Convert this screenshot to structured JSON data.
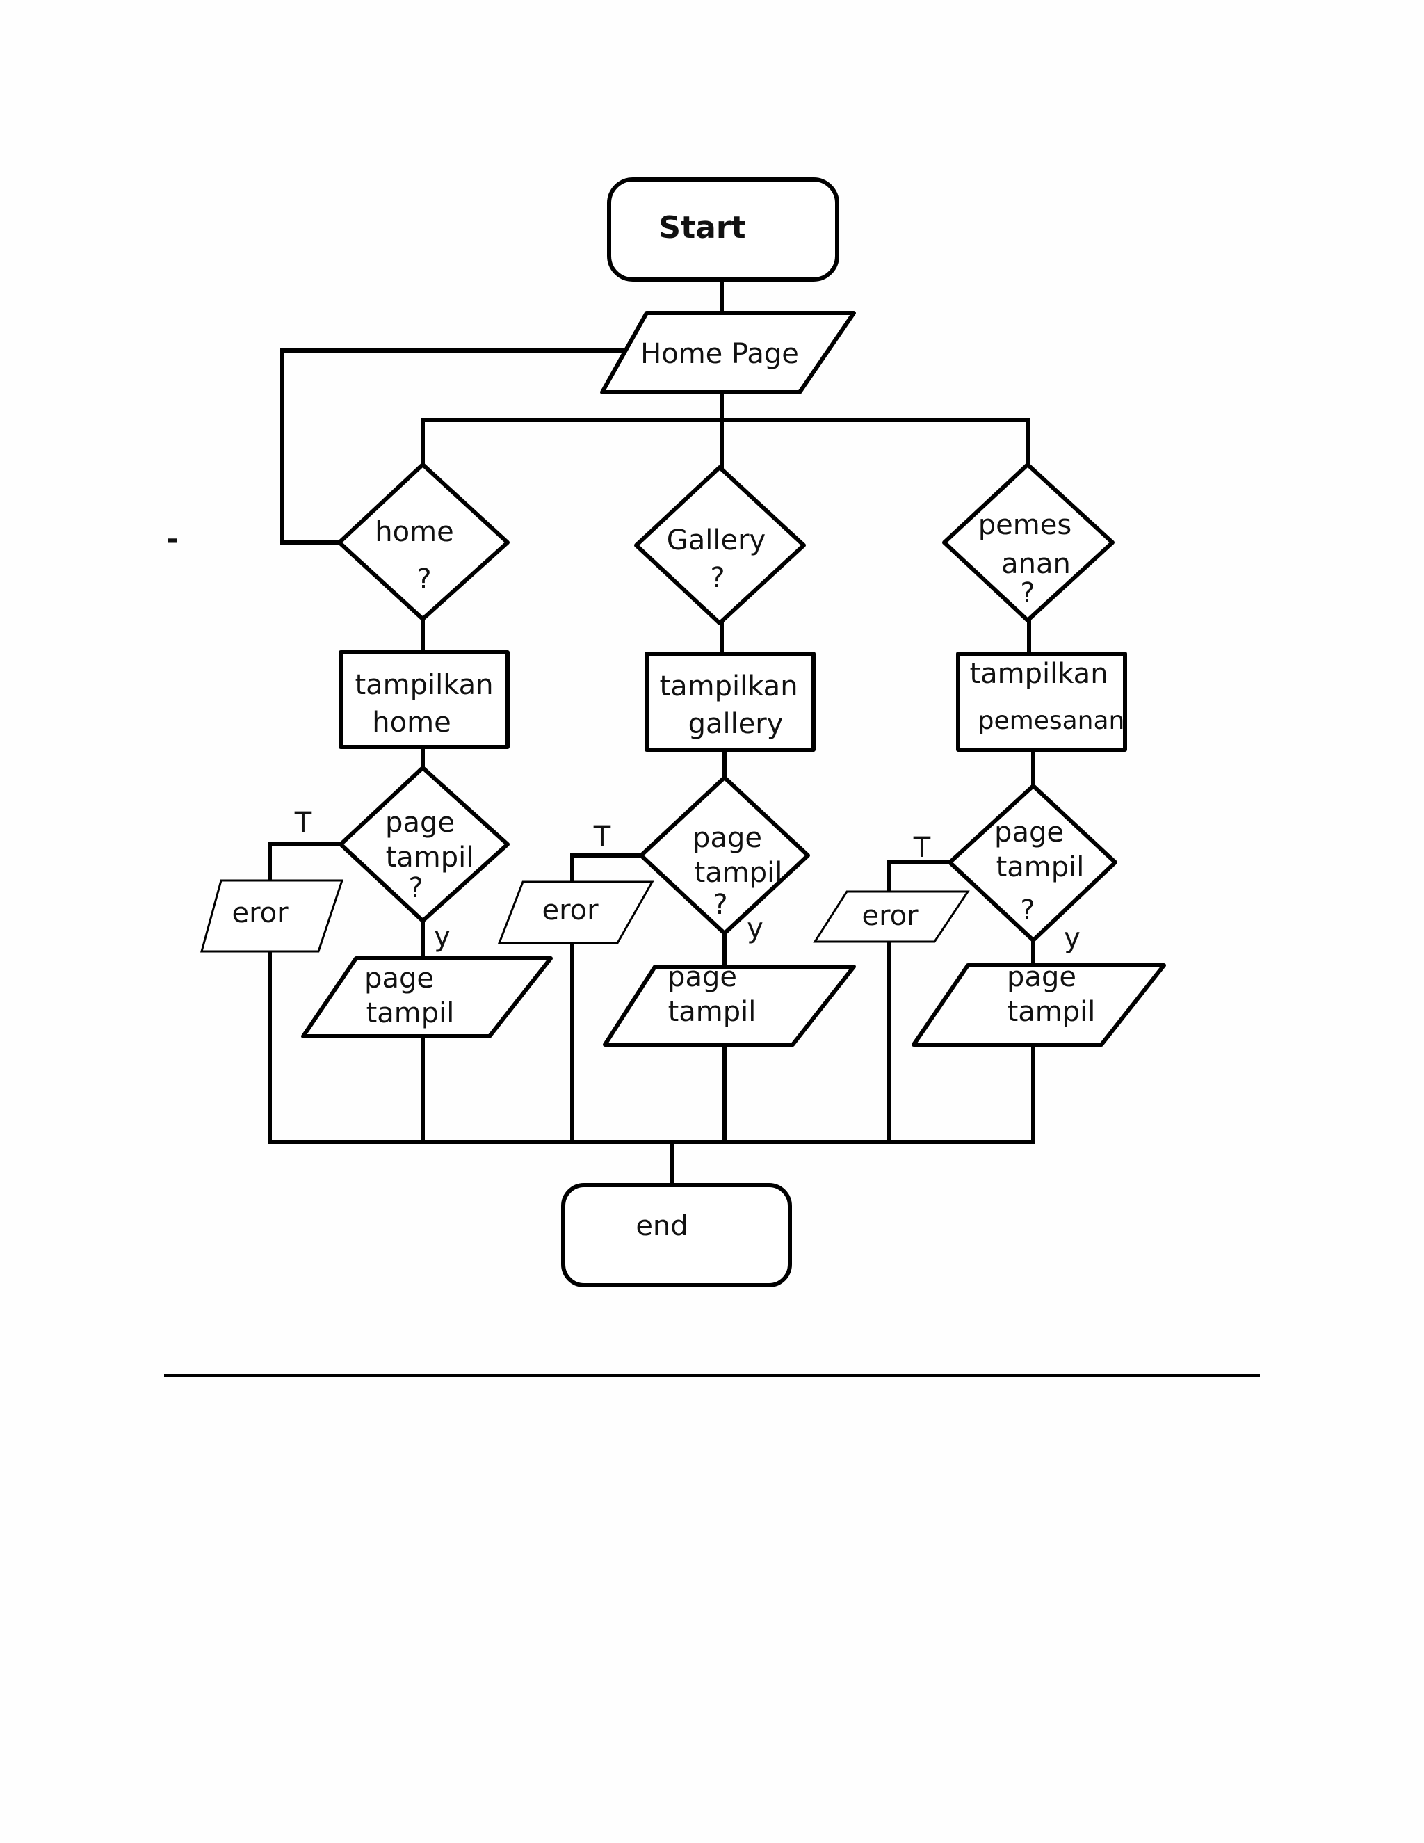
{
  "flowchart": {
    "start": "Start",
    "home_page": "Home Page",
    "decisions": {
      "home": [
        "home",
        "?"
      ],
      "gallery": [
        "Gallery",
        "?"
      ],
      "pemesanan": [
        "pemes",
        "anan",
        "?"
      ]
    },
    "process": {
      "home": [
        "tampilkan",
        "home"
      ],
      "gallery": [
        "tampilkan",
        "gallery"
      ],
      "pemesanan": [
        "tampilkan",
        "pemesanan"
      ]
    },
    "check_label": [
      "page",
      "tampil",
      "?"
    ],
    "error_label": "eror",
    "output_label": [
      "page",
      "tampil"
    ],
    "false_label": "T",
    "true_label": "y",
    "end": "end",
    "stray_mark": "-"
  }
}
